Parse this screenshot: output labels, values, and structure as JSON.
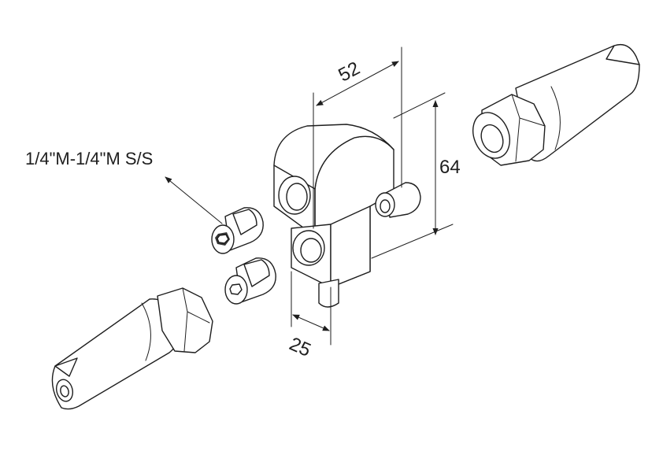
{
  "callout": {
    "part_label": "1/4\"M-1/4\"M S/S"
  },
  "dimensions": {
    "width": "52",
    "height": "64",
    "depth": "25"
  },
  "colors": {
    "line": "#1e1e1e",
    "background": "#ffffff"
  }
}
